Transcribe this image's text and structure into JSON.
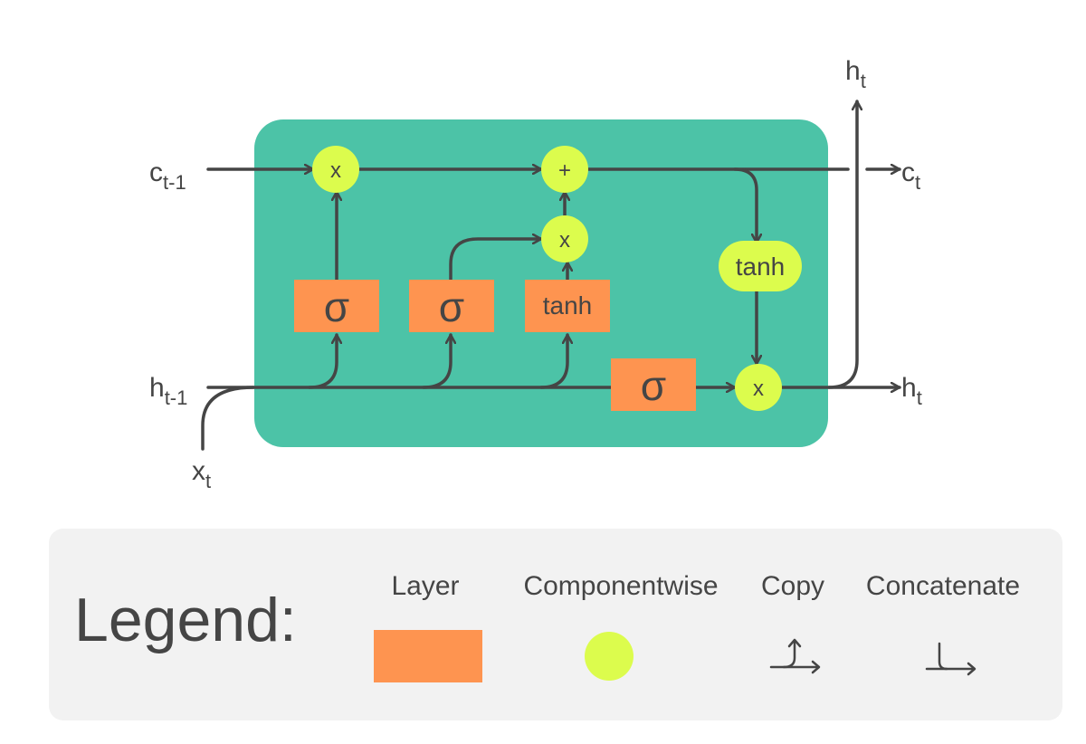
{
  "colors": {
    "cell": "#4cc3a7",
    "layer": "#fe9450",
    "pointwise": "#dcfc4d",
    "line": "#454545",
    "legend_bg": "#f2f2f2"
  },
  "labels": {
    "c": "c",
    "h": "h",
    "x": "x",
    "sub_prev": "t-1",
    "sub_t": "t"
  },
  "ops": {
    "mult": "x",
    "add": "+",
    "sigma": "σ",
    "tanh": "tanh"
  },
  "legend": {
    "title": "Legend:",
    "layer": "Layer",
    "componentwise": "Componentwise",
    "copy": "Copy",
    "concatenate": "Concatenate"
  }
}
